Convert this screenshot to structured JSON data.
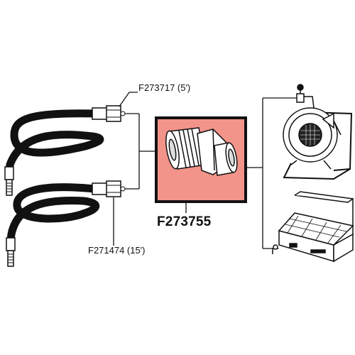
{
  "labels": {
    "top_hose": "F273717 (5′)",
    "bottom_hose": "F271474 (15′)",
    "center_part": "F273755"
  },
  "colors": {
    "highlight_fill": "#f3948a",
    "outline": "#111111",
    "hose": "#111111"
  },
  "icons": {
    "top_hose": "hose-icon",
    "bottom_hose": "hose-icon",
    "center_part": "fitting-adapter-icon",
    "heater": "patio-heater-icon",
    "stove": "camp-stove-icon"
  }
}
